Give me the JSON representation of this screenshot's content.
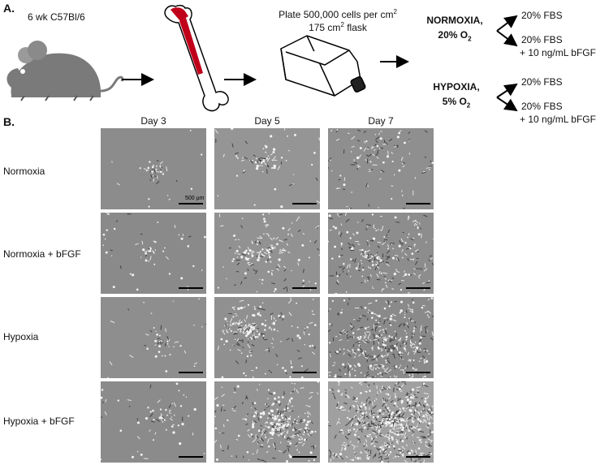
{
  "panel_a": {
    "label": "A.",
    "mouse_label": "6 wk  C57Bl/6",
    "plate_line1": "Plate 500,000  cells per cm",
    "plate_line1_sup": "2",
    "plate_line2": "175  cm",
    "plate_line2_sup": "2",
    "plate_line2_tail": " flask",
    "normoxia": {
      "line1": "NORMOXIA,",
      "line2_prefix": "20% O",
      "line2_sub": "2"
    },
    "hypoxia": {
      "line1": "HYPOXIA,",
      "line2_prefix": "5% O",
      "line2_sub": "2"
    },
    "branch": {
      "opt1": "20% FBS",
      "opt2_line1": "20% FBS",
      "opt2_line2": "+ 10  ng/mL  bFGF"
    }
  },
  "panel_b": {
    "label": "B.",
    "days": [
      "Day 3",
      "Day 5",
      "Day 7"
    ],
    "conditions": [
      "Normoxia",
      "Normoxia  + bFGF",
      "Hypoxia",
      "Hypoxia  + bFGF"
    ],
    "scale_label": "500 µm",
    "colors": {
      "micro_bg": "#8a8a8a",
      "cell": "#f2f2f2",
      "bone": "#c0001a"
    }
  }
}
